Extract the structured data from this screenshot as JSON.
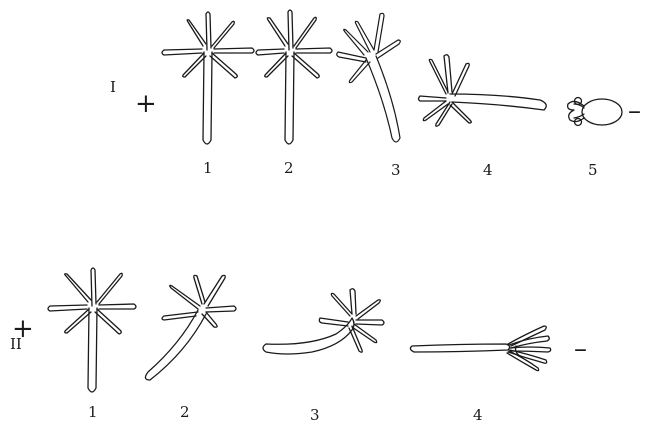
{
  "colors": {
    "ink": "#1a1a1a",
    "paper": "#ffffff"
  },
  "row_1": {
    "roman": "I",
    "plus": "+",
    "minus": "–",
    "numbers": [
      "1",
      "2",
      "3",
      "4",
      "5"
    ]
  },
  "row_2": {
    "roman": "II",
    "plus": "+",
    "minus": "–",
    "numbers": [
      "1",
      "2",
      "3",
      "4"
    ]
  }
}
